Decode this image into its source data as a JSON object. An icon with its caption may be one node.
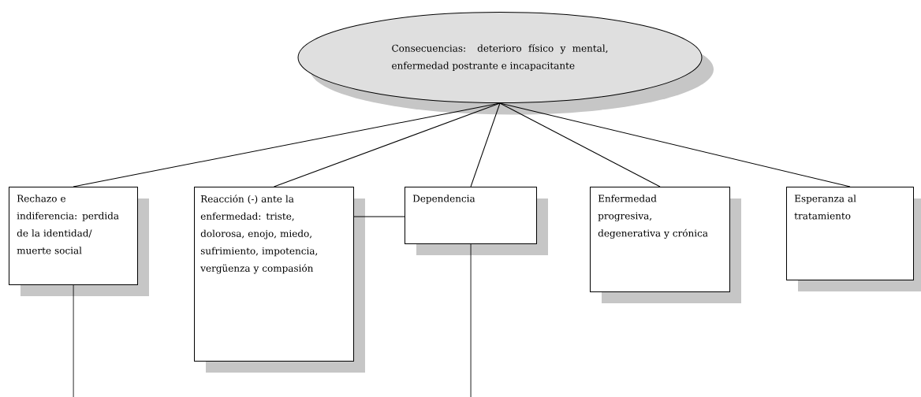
{
  "diagram": {
    "nodes": [
      {
        "text": [
          "Consecuencias: deterioro físico y mental, enfermedad postrante e incapacitante"
        ]
      },
      {
        "text": [
          "Rechazo e indiferencia: perdida de la identidad/ muerte social"
        ]
      },
      {
        "text": [
          "Reacción (-) ante la enfermedad: triste, dolorosa, enojo, miedo, sufrimiento, impotencia, vergüenza y compasión"
        ]
      },
      {
        "text": [
          "Dependencia"
        ]
      },
      {
        "text": [
          "Enfermedad progresiva, degenerativa y crónica"
        ]
      },
      {
        "text": [
          "Esperanza al tratamiento"
        ]
      }
    ],
    "edges": [
      {
        "from": 0,
        "to": 1,
        "arrow": "none"
      },
      {
        "from": 0,
        "to": 2,
        "arrow": "none"
      },
      {
        "from": 0,
        "to": 3,
        "arrow": "none"
      },
      {
        "from": 0,
        "to": 4,
        "arrow": "none"
      },
      {
        "from": 0,
        "to": 5,
        "arrow": "none"
      },
      {
        "from": 2,
        "to": 3,
        "arrow": "none"
      },
      {
        "from": 1,
        "to": null,
        "arrow": "none"
      },
      {
        "from": 3,
        "to": null,
        "arrow": "none"
      }
    ]
  }
}
